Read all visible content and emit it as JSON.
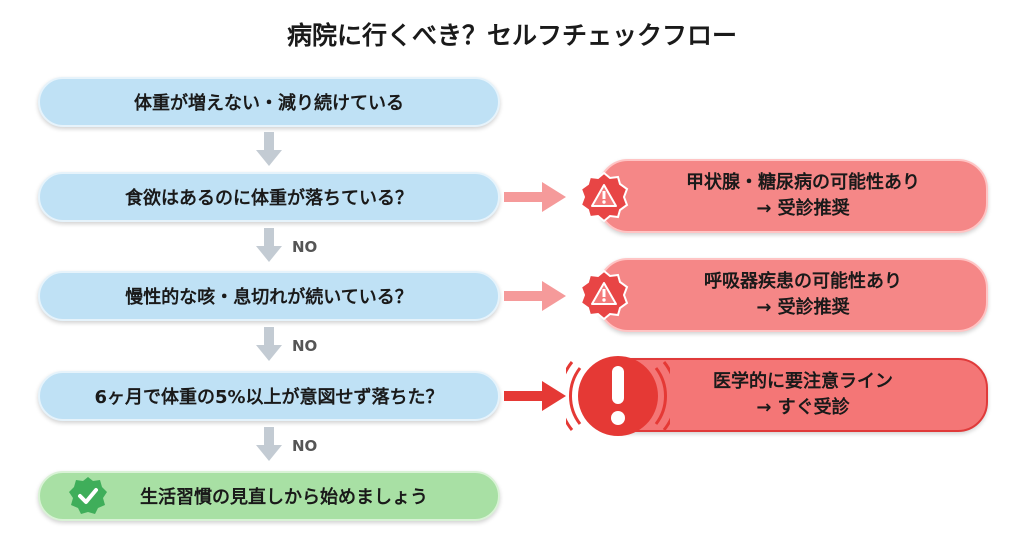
{
  "title": "病院に行くべき？セルフチェックフロー",
  "steps": [
    {
      "text": "体重が増えない・減り続けている"
    },
    {
      "text": "食欲はあるのに体重が落ちている？"
    },
    {
      "text": "慢性的な咳・息切れが続いている？"
    },
    {
      "text": "6ヶ月で体重の5%以上が意図せず落ちた？"
    }
  ],
  "final": {
    "text": "生活習慣の見直しから始めましょう",
    "icon": "check-badge-icon"
  },
  "no_label": "NO",
  "results": [
    {
      "line1": "甲状腺・糖尿病の可能性あり",
      "line2": "→ 受診推奨",
      "icon": "warning-icon"
    },
    {
      "line1": "呼吸器疾患の可能性あり",
      "line2": "→ 受診推奨",
      "icon": "warning-icon"
    },
    {
      "line1": "医学的に要注意ライン",
      "line2": "→ すぐ受診",
      "icon": "alert-exclamation-icon"
    }
  ],
  "colors": {
    "question": "#bfe1f5",
    "final": "#a8e0a4",
    "result": "#f58787",
    "alert": "#e53935",
    "connector": "#c3cbd3"
  }
}
